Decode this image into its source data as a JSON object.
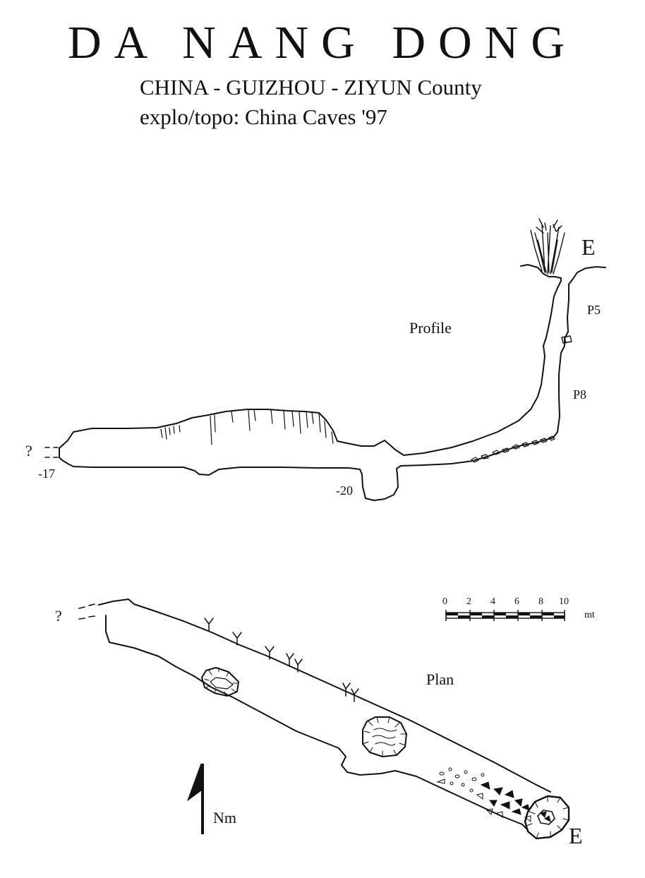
{
  "header": {
    "title": "DA NANG DONG",
    "location": "CHINA - GUIZHOU - ZIYUN County",
    "credit": "explo/topo: China Caves '97"
  },
  "profile": {
    "label": "Profile",
    "entrance_label": "E",
    "pitch_upper": "P5",
    "pitch_lower": "P8",
    "unknown_label": "?",
    "depth_left": "-17",
    "depth_sump": "-20"
  },
  "plan": {
    "label": "Plan",
    "entrance_label": "E",
    "unknown_label": "?",
    "north_label": "Nm"
  },
  "scale_bar": {
    "ticks": [
      "0",
      "2",
      "4",
      "6",
      "8",
      "10"
    ],
    "unit": "mt"
  }
}
